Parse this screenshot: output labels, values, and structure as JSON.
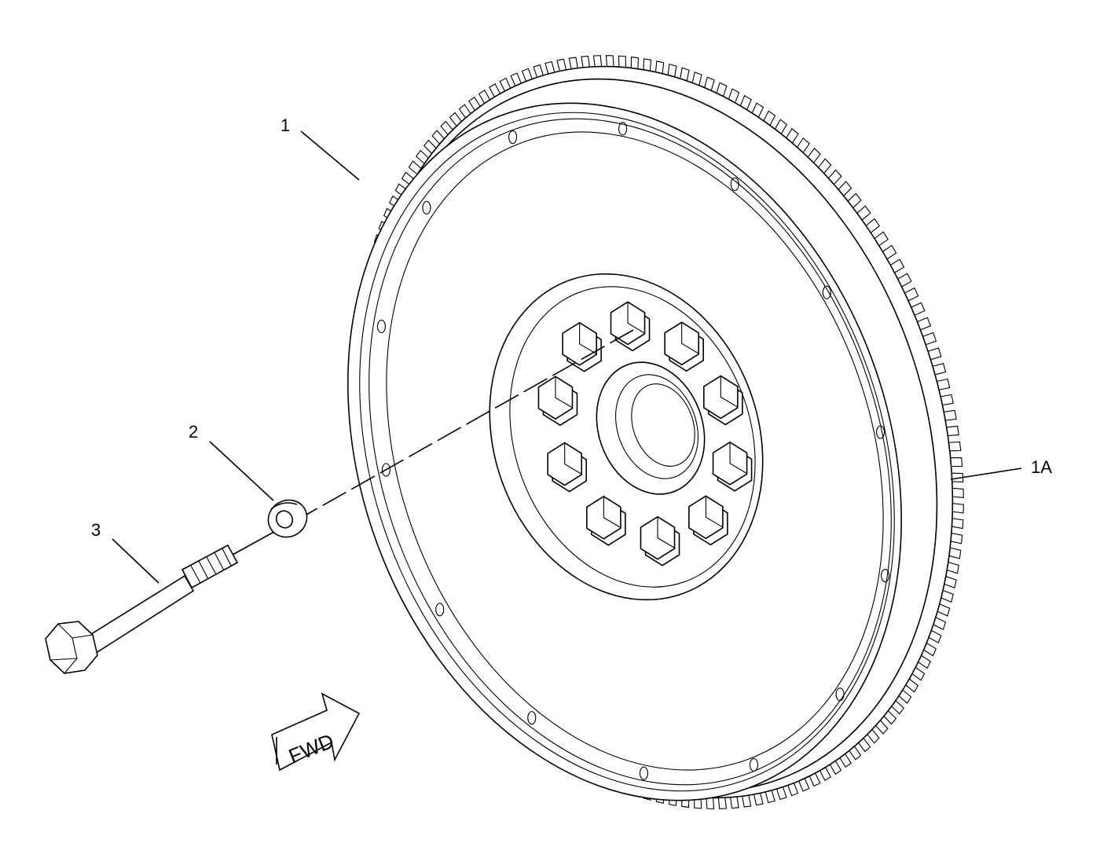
{
  "callouts": {
    "item_1": "1",
    "item_1a": "1A",
    "item_2": "2",
    "item_3": "3"
  },
  "direction_arrow": {
    "label": "FWD"
  },
  "colors": {
    "line": "#000000",
    "background": "#ffffff"
  }
}
